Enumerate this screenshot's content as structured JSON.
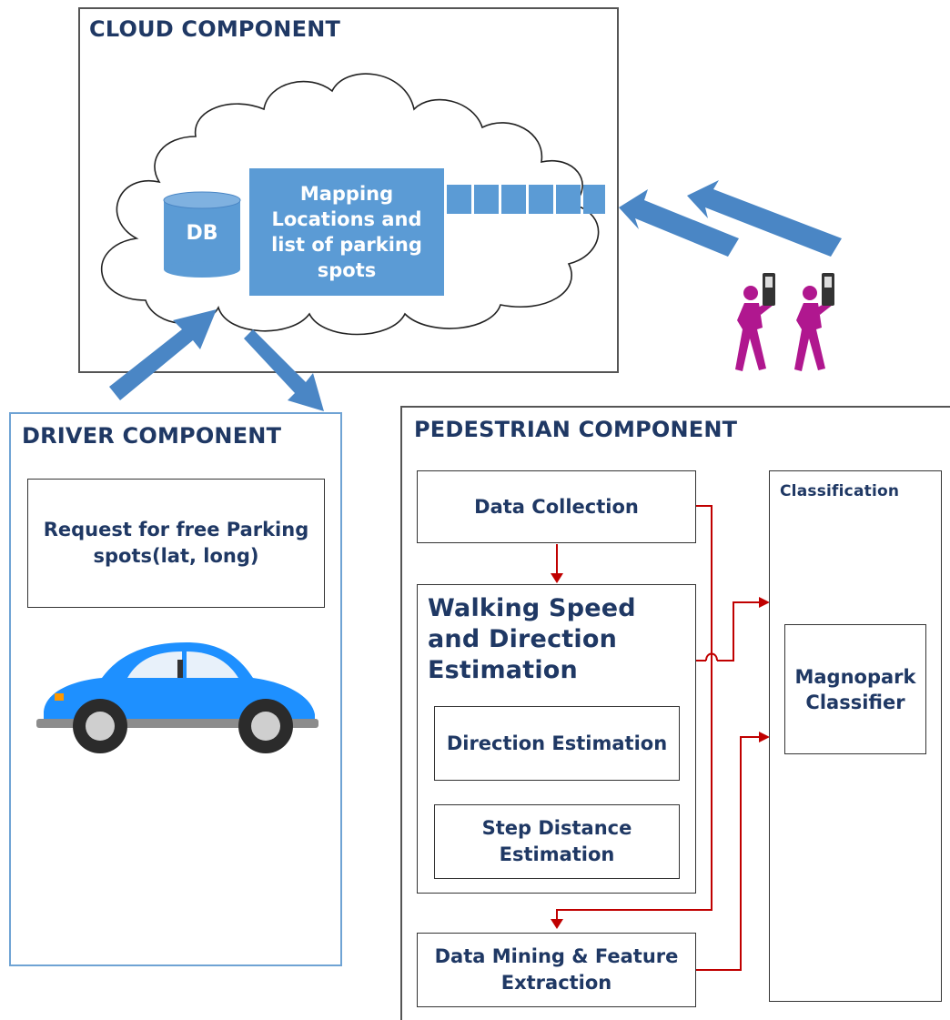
{
  "cloud": {
    "title": "CLOUD COMPONENT",
    "db_label": "DB",
    "mapping_label": "Mapping Locations and list of parking spots"
  },
  "driver": {
    "title": "DRIVER COMPONENT",
    "request_label": "Request for free Parking spots(lat, long)"
  },
  "pedestrian": {
    "title": "PEDESTRIAN COMPONENT",
    "data_collection": "Data Collection",
    "walking_speed": "Walking Speed and Direction Estimation",
    "direction_estimation": "Direction Estimation",
    "step_distance": "Step Distance Estimation",
    "data_mining": "Data Mining & Feature Extraction",
    "classification": "Classification",
    "classifier": "Magnopark Classifier"
  },
  "colors": {
    "box_blue": "#5b9bd5",
    "arrow_blue": "#4a86c5",
    "title_navy": "#1f3864",
    "flow_red": "#c00000",
    "pedestrian_magenta": "#b0178f",
    "car_blue": "#1e90ff"
  },
  "icons": [
    "pedestrian-with-phone-icon",
    "car-icon",
    "database-icon",
    "queue-icon"
  ]
}
